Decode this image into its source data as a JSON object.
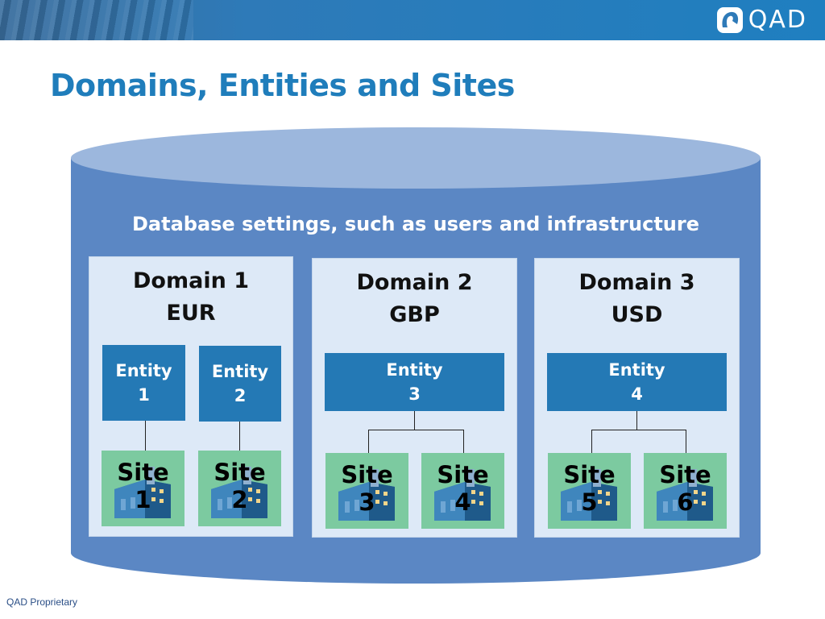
{
  "header": {
    "logo_text": "QAD",
    "logo_icon": "qad-logo-icon"
  },
  "slide": {
    "title": "Domains, Entities and Sites",
    "database_caption": "Database settings, such as users and infrastructure",
    "footer": "QAD Proprietary"
  },
  "colors": {
    "title": "#1f7dbb",
    "cylinder_body": "#5b87c4",
    "cylinder_top": "#9cb7dd",
    "domain_panel": "#dde9f7",
    "entity": "#2479b5",
    "site": "#7ccaa0"
  },
  "domains": [
    {
      "name": "Domain 1",
      "currency": "EUR",
      "entities": [
        {
          "label": "Entity",
          "number": "1",
          "sites": [
            {
              "label": "Site",
              "number": "1"
            }
          ]
        },
        {
          "label": "Entity",
          "number": "2",
          "sites": [
            {
              "label": "Site",
              "number": "2"
            }
          ]
        }
      ]
    },
    {
      "name": "Domain 2",
      "currency": "GBP",
      "entities": [
        {
          "label": "Entity",
          "number": "3",
          "sites": [
            {
              "label": "Site",
              "number": "3"
            },
            {
              "label": "Site",
              "number": "4"
            }
          ]
        }
      ]
    },
    {
      "name": "Domain 3",
      "currency": "USD",
      "entities": [
        {
          "label": "Entity",
          "number": "4",
          "sites": [
            {
              "label": "Site",
              "number": "5"
            },
            {
              "label": "Site",
              "number": "6"
            }
          ]
        }
      ]
    }
  ]
}
